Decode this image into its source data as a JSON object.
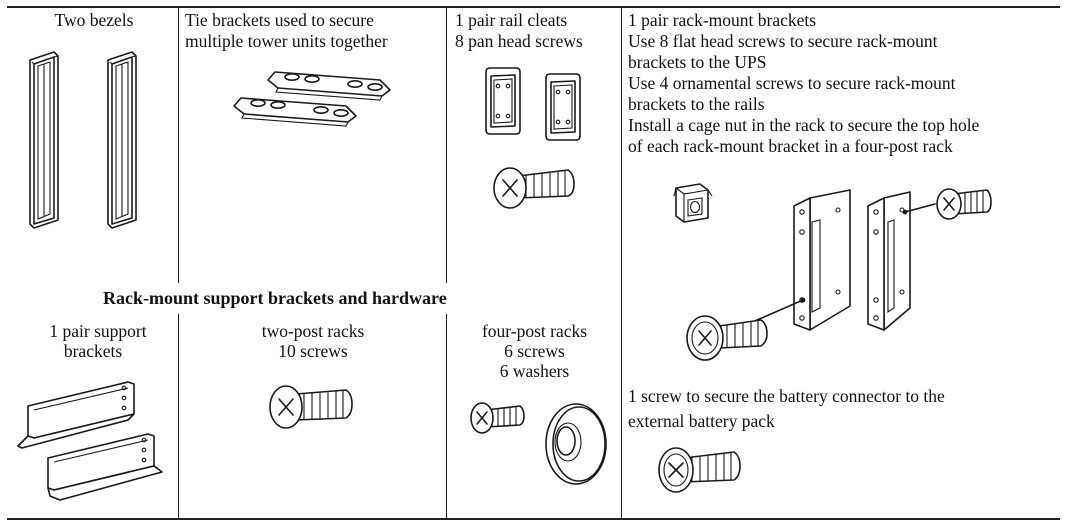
{
  "cells": {
    "bezels": {
      "title": "Two bezels"
    },
    "tie_brackets": {
      "line1": "Tie brackets used to secure",
      "line2": "multiple tower units together"
    },
    "rail_cleats": {
      "line1": "1 pair rail cleats",
      "line2": "8 pan head screws"
    },
    "rack_mount": {
      "lines": [
        "1 pair rack-mount brackets",
        "Use 8 flat head screws to secure rack-mount",
        "brackets to the UPS",
        "Use 4 ornamental screws to secure rack-mount",
        "brackets to the rails",
        "Install a cage nut in the rack to secure the top hole",
        "of each rack-mount bracket in a four-post rack"
      ]
    },
    "section_heading": "Rack-mount support brackets and hardware",
    "support_brackets": {
      "line1": "1 pair support",
      "line2": "brackets"
    },
    "two_post": {
      "line1": "two-post racks",
      "line2": "10 screws"
    },
    "four_post": {
      "line1": "four-post racks",
      "line2": "6 screws",
      "line3": "6 washers"
    },
    "battery_screw": {
      "line1": "1 screw to secure the battery connector to the",
      "line2": "external battery pack"
    }
  },
  "icons": [
    "bezel-icon",
    "tie-bracket-icon",
    "rail-cleat-icon",
    "pan-head-screw-icon",
    "cage-nut-icon",
    "rack-mount-bracket-icon",
    "ornamental-screw-icon",
    "flat-head-screw-icon",
    "support-bracket-icon",
    "rack-screw-icon",
    "washer-icon",
    "battery-screw-icon"
  ]
}
